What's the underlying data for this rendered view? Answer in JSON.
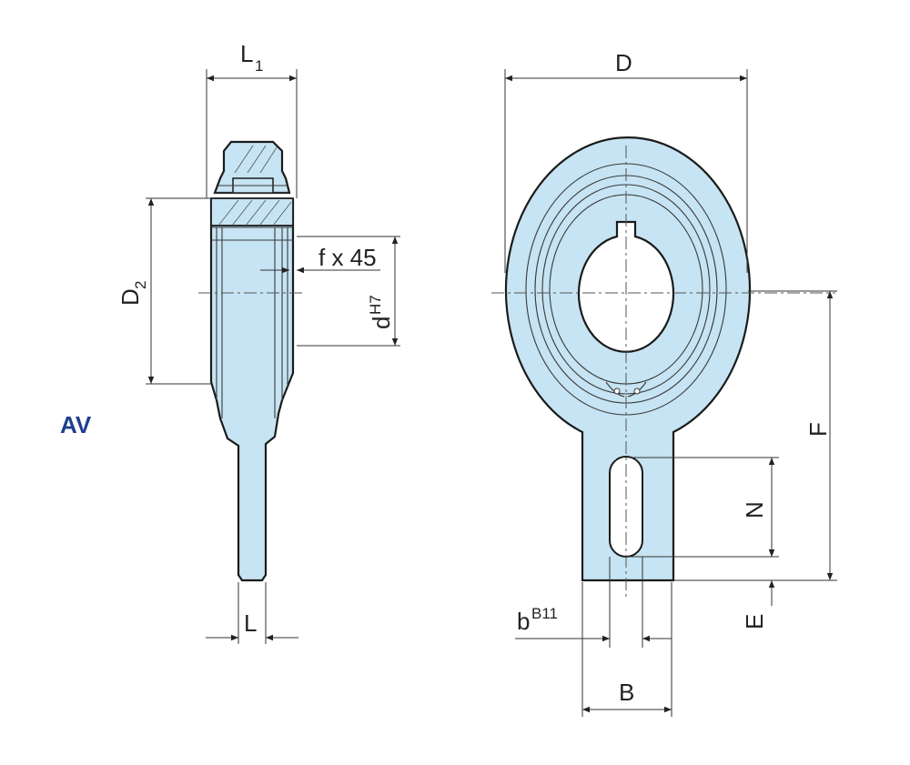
{
  "title": "AV",
  "labels": {
    "L1": "L",
    "L1_sub": "1",
    "D2": "D",
    "D2_sub": "2",
    "chamfer": "f x 45",
    "bore": "d",
    "bore_tol": "H7",
    "L": "L",
    "D": "D",
    "F": "F",
    "N": "N",
    "E": "E",
    "b": "b",
    "b_tol": "B11",
    "B": "B"
  },
  "colors": {
    "part_fill": "#c6e4f3",
    "outline": "#1b1b1b",
    "title": "#1f3f8f"
  }
}
